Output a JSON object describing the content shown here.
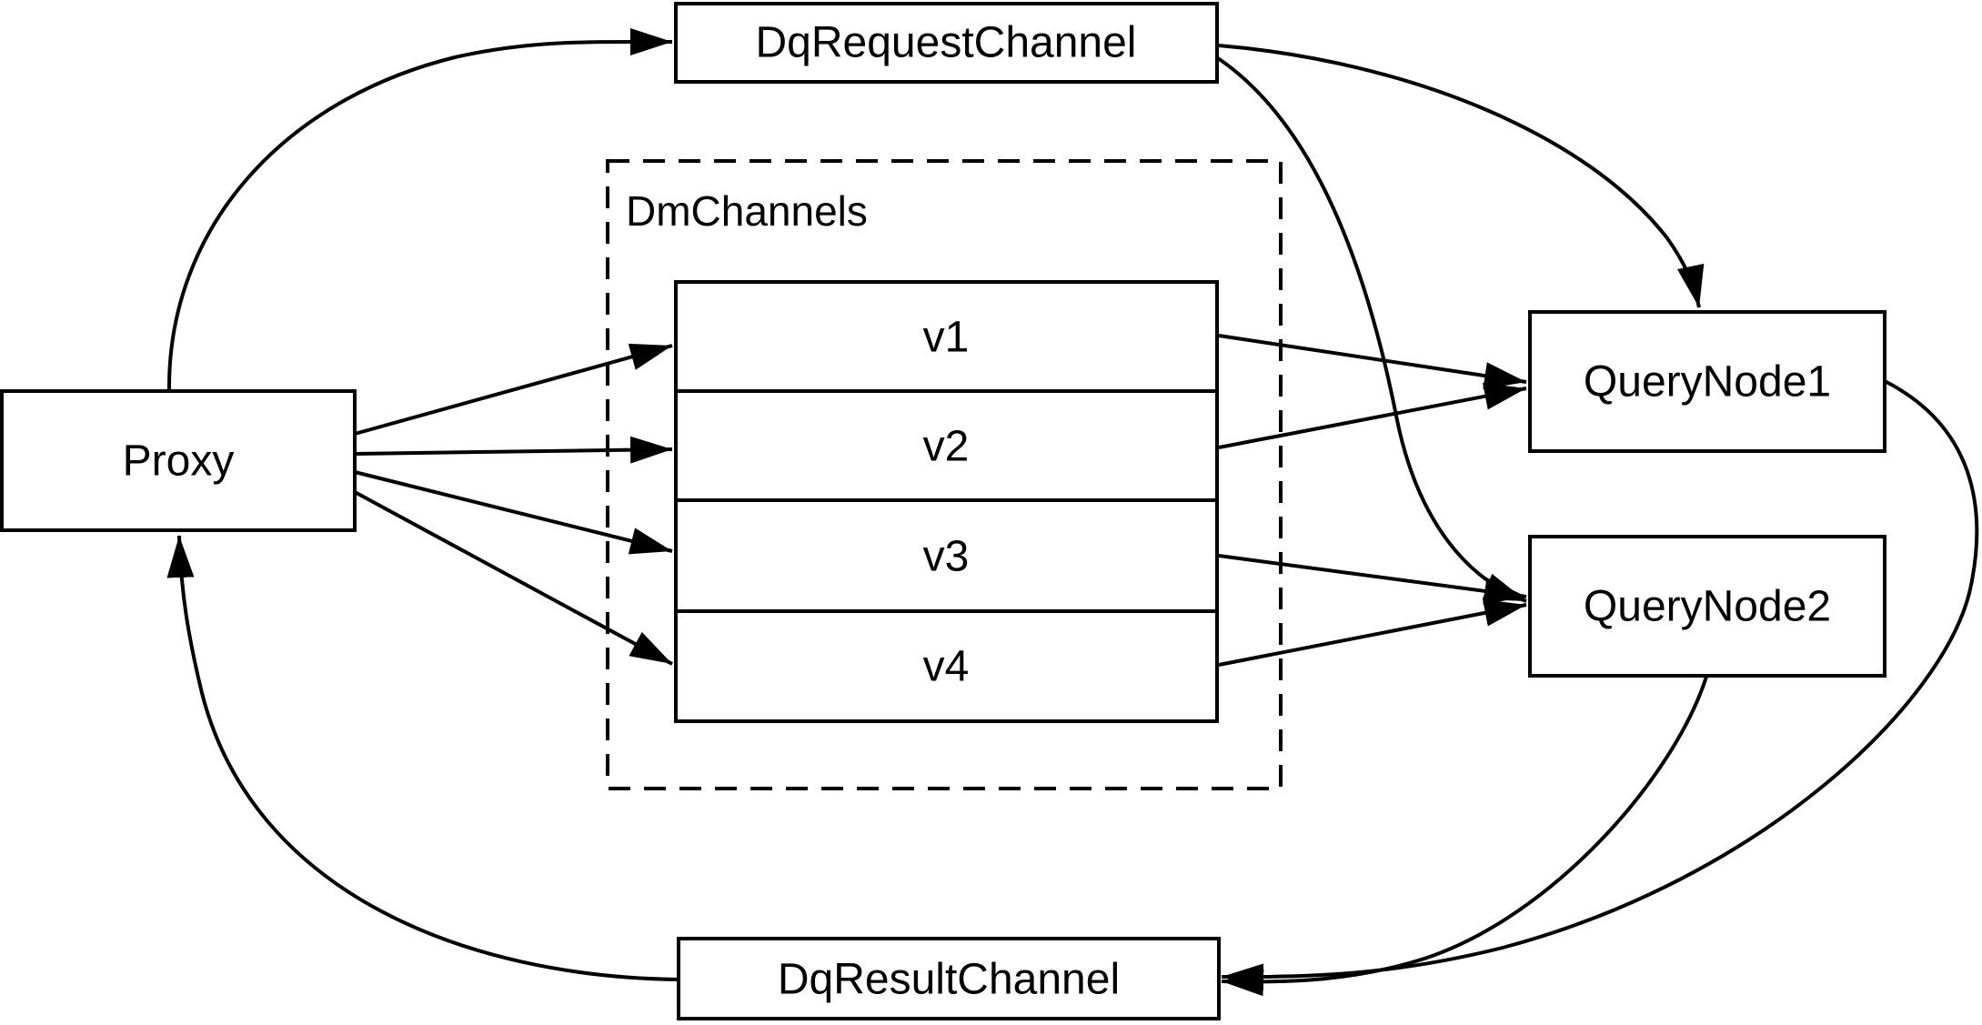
{
  "diagram": {
    "background_color": "#ffffff",
    "line_color": "#000000",
    "nodes": {
      "proxy": {
        "label": "Proxy"
      },
      "dq_request_channel": {
        "label": "DqRequestChannel"
      },
      "dm_channels": {
        "label": "DmChannels",
        "channels": [
          {
            "label": "v1"
          },
          {
            "label": "v2"
          },
          {
            "label": "v3"
          },
          {
            "label": "v4"
          }
        ]
      },
      "query_node_1": {
        "label": "QueryNode1"
      },
      "query_node_2": {
        "label": "QueryNode2"
      },
      "dq_result_channel": {
        "label": "DqResultChannel"
      }
    },
    "edges": [
      {
        "from": "Proxy",
        "to": "DqRequestChannel"
      },
      {
        "from": "DqRequestChannel",
        "to": "QueryNode1"
      },
      {
        "from": "DqRequestChannel",
        "to": "QueryNode2"
      },
      {
        "from": "Proxy",
        "to": "v1"
      },
      {
        "from": "Proxy",
        "to": "v2"
      },
      {
        "from": "Proxy",
        "to": "v3"
      },
      {
        "from": "Proxy",
        "to": "v4"
      },
      {
        "from": "v1",
        "to": "QueryNode1"
      },
      {
        "from": "v2",
        "to": "QueryNode1"
      },
      {
        "from": "v3",
        "to": "QueryNode2"
      },
      {
        "from": "v4",
        "to": "QueryNode2"
      },
      {
        "from": "QueryNode1",
        "to": "DqResultChannel"
      },
      {
        "from": "QueryNode2",
        "to": "DqResultChannel"
      },
      {
        "from": "DqResultChannel",
        "to": "Proxy"
      }
    ]
  }
}
